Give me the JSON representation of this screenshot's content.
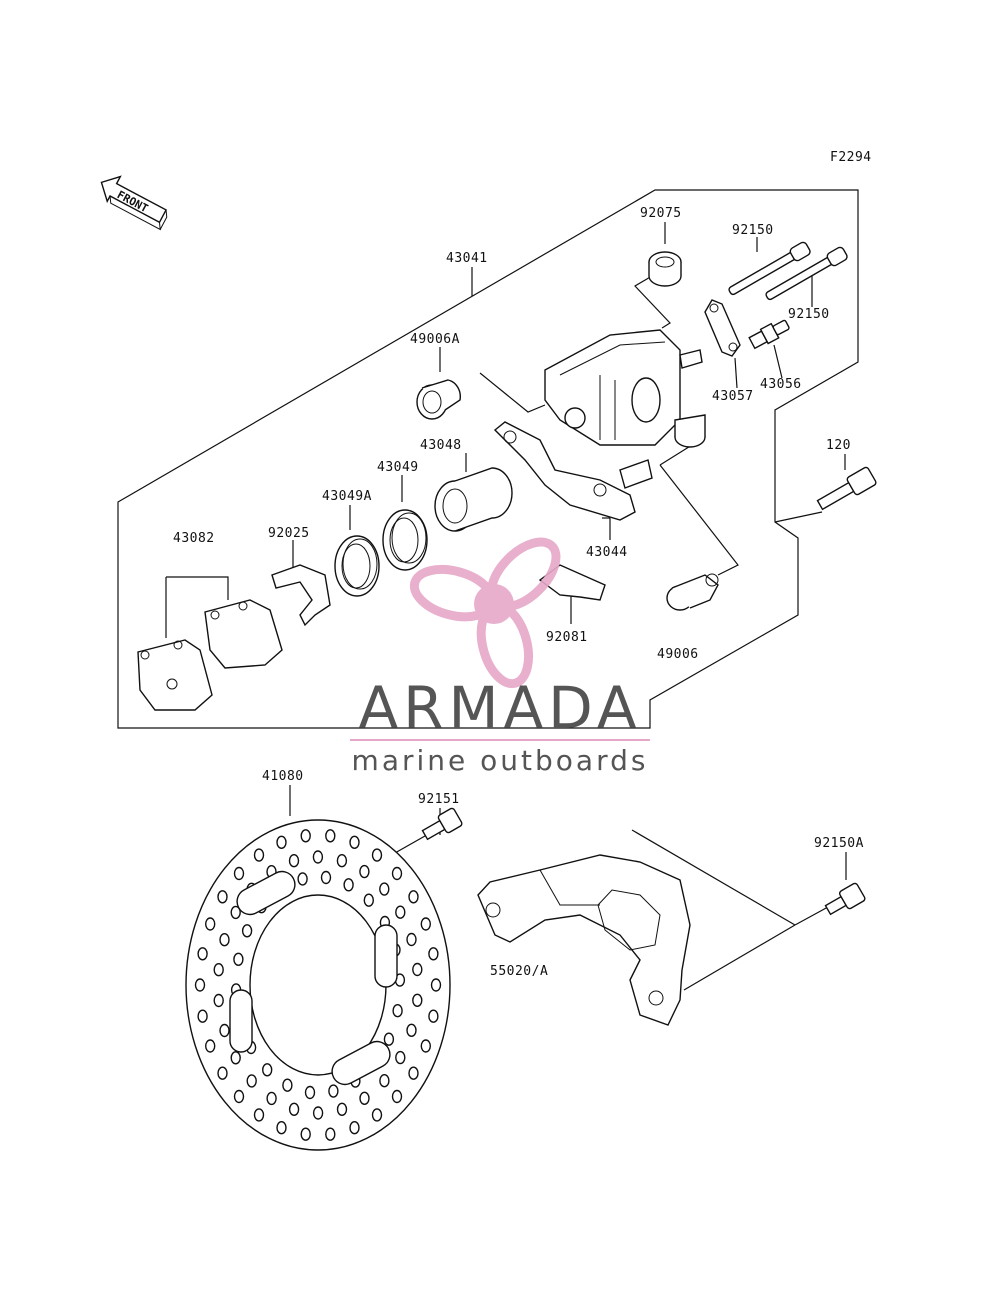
{
  "figure_code": "F2294",
  "front_arrow_label": "FRONT",
  "watermark": {
    "brand": "ARMADA",
    "tagline": "marine outboards",
    "text_color": "#555555",
    "accent_color": "#e6a8c8"
  },
  "labels": {
    "p43041": "43041",
    "p92075": "92075",
    "p92150_a": "92150",
    "p92150_b": "92150",
    "p49006A": "49006A",
    "p43057": "43057",
    "p43056": "43056",
    "p43048": "43048",
    "p43049": "43049",
    "p43049A": "43049A",
    "p43082": "43082",
    "p92025": "92025",
    "p43044": "43044",
    "p120": "120",
    "p92081": "92081",
    "p49006": "49006",
    "p41080": "41080",
    "p92151": "92151",
    "p92150A": "92150A",
    "p55020A": "55020/A"
  }
}
